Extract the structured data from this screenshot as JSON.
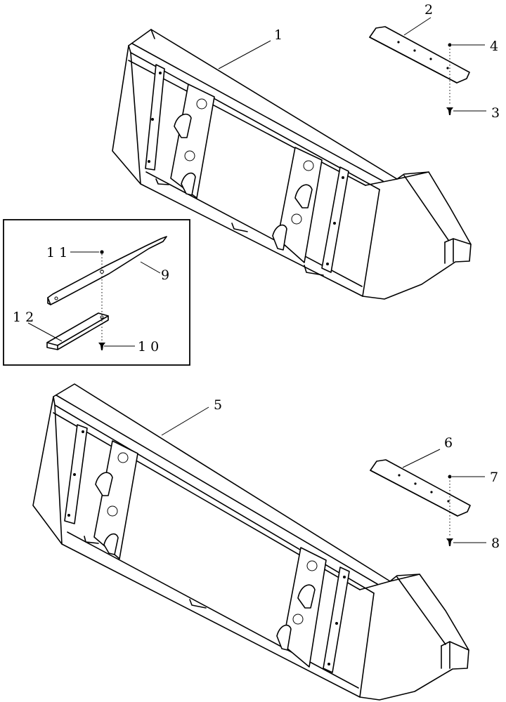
{
  "callouts": {
    "c1": "1",
    "c2": "2",
    "c3": "3",
    "c4": "4",
    "c5": "5",
    "c6": "6",
    "c7": "7",
    "c8": "8",
    "c9": "9",
    "c10": "1 0",
    "c11": "1 1",
    "c12": "1 2"
  },
  "colors": {
    "line": "#000000",
    "background": "#ffffff"
  }
}
